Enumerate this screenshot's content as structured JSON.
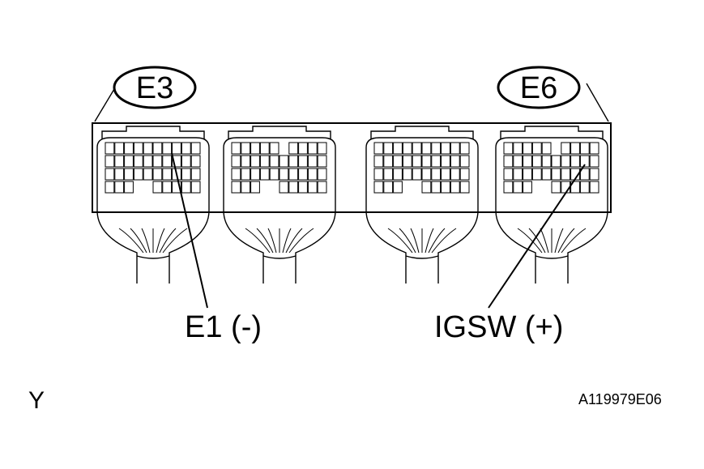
{
  "connectors": [
    {
      "id": "E3"
    },
    {
      "id": ""
    },
    {
      "id": ""
    },
    {
      "id": "E6"
    }
  ],
  "callouts": {
    "e1": "E1 (-)",
    "igsw": "IGSW (+)"
  },
  "corner_label": "Y",
  "figure_code": "A119979E06"
}
